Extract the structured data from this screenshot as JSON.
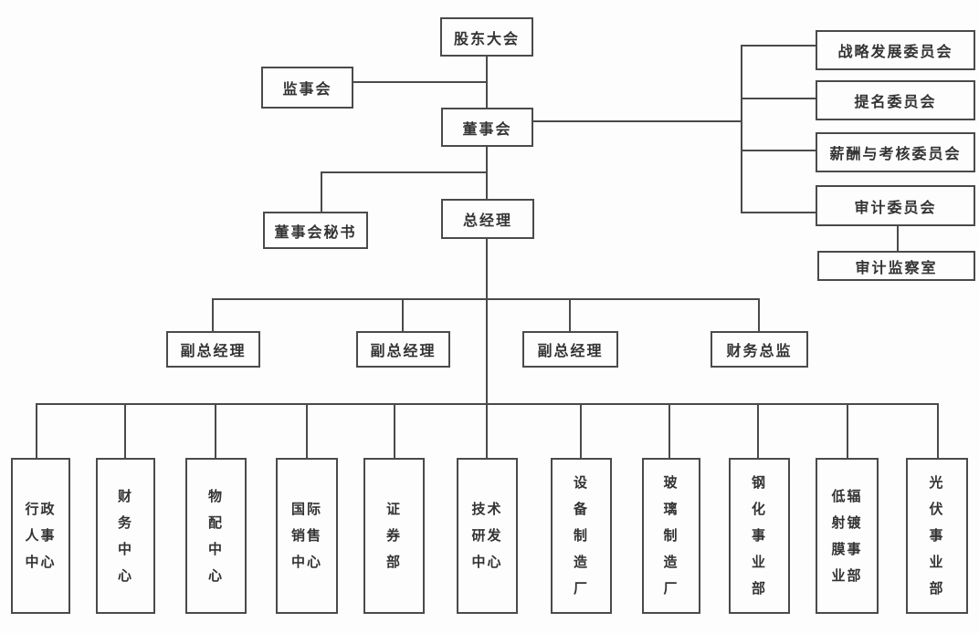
{
  "diagram": {
    "type": "org-chart",
    "colors": {
      "line": "#4a4a4a",
      "border": "#4a4a4a",
      "text": "#333333",
      "background": "#fdfdfd"
    },
    "nodes": {
      "shareholders_meeting": {
        "label": "股东大会"
      },
      "supervisory_board": {
        "label": "监事会"
      },
      "board_of_directors": {
        "label": "董事会"
      },
      "board_secretary": {
        "label": "董事会秘书"
      },
      "general_manager": {
        "label": "总经理"
      },
      "committees": [
        {
          "label": "战略发展委员会"
        },
        {
          "label": "提名委员会"
        },
        {
          "label": "薪酬与考核委员会"
        },
        {
          "label": "审计委员会"
        }
      ],
      "audit_office": {
        "label": "审计监察室"
      },
      "executives": [
        {
          "label": "副总经理"
        },
        {
          "label": "副总经理"
        },
        {
          "label": "副总经理"
        },
        {
          "label": "财务总监"
        }
      ],
      "departments": [
        {
          "label": "行政人事中心",
          "lines": [
            "行政",
            "人事",
            "中心"
          ]
        },
        {
          "label": "财务中心",
          "lines": [
            "财",
            "务",
            "中",
            "心"
          ]
        },
        {
          "label": "物配中心",
          "lines": [
            "物",
            "配",
            "中",
            "心"
          ]
        },
        {
          "label": "国际销售中心",
          "lines": [
            "国际",
            "销售",
            "中心"
          ]
        },
        {
          "label": "证券部",
          "lines": [
            "证",
            "券",
            "部"
          ]
        },
        {
          "label": "技术研发中心",
          "lines": [
            "技术",
            "研发",
            "中心"
          ]
        },
        {
          "label": "设备制造厂",
          "lines": [
            "设",
            "备",
            "制",
            "造",
            "厂"
          ]
        },
        {
          "label": "玻璃制造厂",
          "lines": [
            "玻",
            "璃",
            "制",
            "造",
            "厂"
          ]
        },
        {
          "label": "钢化事业部",
          "lines": [
            "钢",
            "化",
            "事",
            "业",
            "部"
          ]
        },
        {
          "label": "低辐射镀膜事业部",
          "lines": [
            "低辐",
            "射镀",
            "膜事",
            "业部"
          ]
        },
        {
          "label": "光伏事业部",
          "lines": [
            "光",
            "伏",
            "事",
            "业",
            "部"
          ]
        }
      ]
    }
  }
}
